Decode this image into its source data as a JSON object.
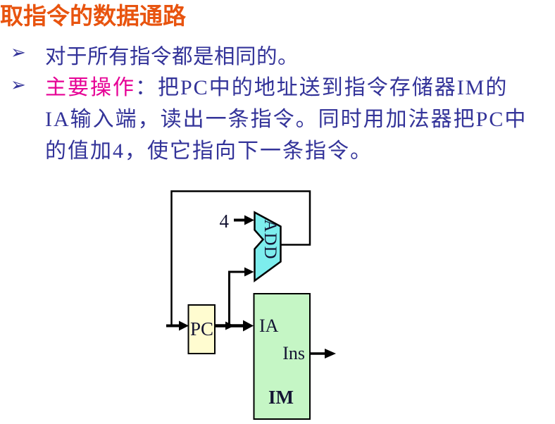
{
  "slide": {
    "title": "取指令的数据通路",
    "bullet_marker": "➢",
    "bullets": {
      "b1": "对于所有指令都是相同的。",
      "b2_highlight": "主要操作",
      "b2_line1_rest": "：把PC中的地址送到指令存储器IM的",
      "b2_line2": "IA输入端，读出一条指令。同时用加法器把PC中",
      "b2_line3": "的值加4，使它指向下一条指令。"
    }
  },
  "diagram": {
    "pc_label": "PC",
    "im_label": "IM",
    "ia_label": "IA",
    "ins_label": "Ins",
    "adder_label": "ADD",
    "increment_value": "4",
    "colors": {
      "pc_fill": "#FFFCD0",
      "im_fill": "#C5F6C5",
      "adder_fill": "#7DEDED",
      "wire": "#000000"
    }
  },
  "colors": {
    "title": "#E8540F",
    "body_text": "#333399",
    "highlight": "#E60095",
    "background": "#FFFFFF"
  }
}
